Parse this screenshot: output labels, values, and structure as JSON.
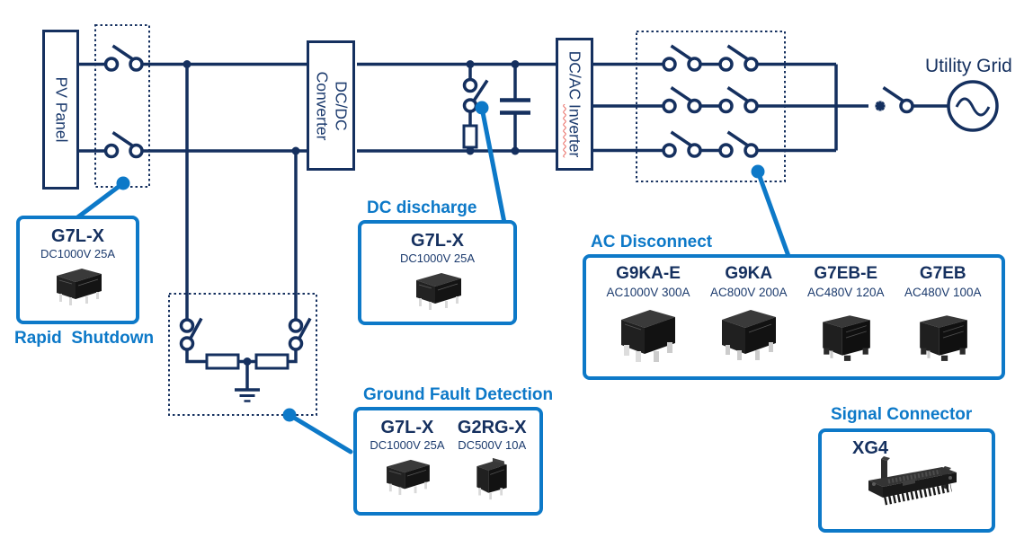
{
  "colors": {
    "navy": "#15305f",
    "accent_blue": "#0d79c8",
    "squiggle_red": "#e8635b"
  },
  "blocks": {
    "pv_panel": "PV Panel",
    "dcdc_line1": "DC/DC",
    "dcdc_line2": "Converter",
    "inverter_prefix": "DC/AC",
    "inverter_word": "Inverter",
    "utility_grid": "Utility Grid"
  },
  "callouts": {
    "rapid_shutdown": {
      "label": "Rapid  Shutdown",
      "products": [
        {
          "name": "G7L-X",
          "spec": "DC1000V 25A"
        }
      ]
    },
    "dc_discharge": {
      "label": "DC discharge",
      "products": [
        {
          "name": "G7L-X",
          "spec": "DC1000V 25A"
        }
      ]
    },
    "ground_fault": {
      "label": "Ground Fault Detection",
      "products": [
        {
          "name": "G7L-X",
          "spec": "DC1000V 25A"
        },
        {
          "name": "G2RG-X",
          "spec": "DC500V 10A"
        }
      ]
    },
    "ac_disconnect": {
      "label": "AC Disconnect",
      "products": [
        {
          "name": "G9KA-E",
          "spec": "AC1000V 300A"
        },
        {
          "name": "G9KA",
          "spec": "AC800V 200A"
        },
        {
          "name": "G7EB-E",
          "spec": "AC480V 120A"
        },
        {
          "name": "G7EB",
          "spec": "AC480V 100A"
        }
      ]
    },
    "signal_connector": {
      "label": "Signal Connector",
      "products": [
        {
          "name": "XG4"
        }
      ]
    }
  }
}
